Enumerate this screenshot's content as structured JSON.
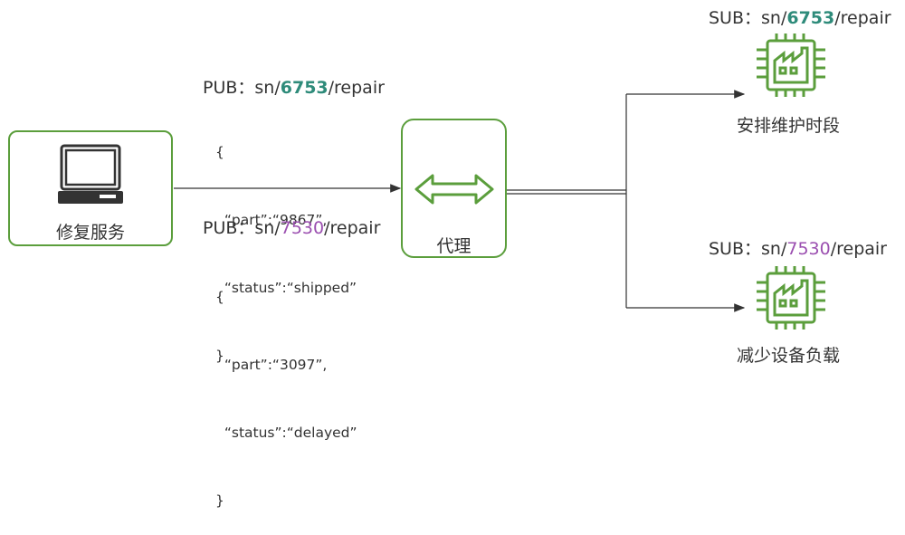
{
  "service": {
    "label": "修复服务",
    "icon": "laptop-icon"
  },
  "broker": {
    "label": "代理",
    "icon": "double-arrow-icon"
  },
  "pub1": {
    "prefix": "PUB：sn/",
    "id": "6753",
    "suffix": "/repair",
    "lines": [
      "{",
      "  “part”:“9867”,",
      "  “status”:“shipped”",
      "}"
    ]
  },
  "pub2": {
    "prefix": "PUB：sn/",
    "id": "7530",
    "suffix": "/repair",
    "lines": [
      "{",
      "  “part”:“3097”,",
      "  “status”:“delayed”",
      "}"
    ]
  },
  "sub1": {
    "prefix": "SUB：sn/",
    "id": "6753",
    "suffix": "/repair",
    "label": "安排维护时段",
    "icon": "factory-chip-icon"
  },
  "sub2": {
    "prefix": "SUB：sn/",
    "id": "7530",
    "suffix": "/repair",
    "label": "减少设备负载",
    "icon": "factory-chip-icon"
  },
  "colors": {
    "green": "#5b9e3c",
    "teal": "#2e8b7a",
    "purple": "#9b4fb0",
    "line": "#333333"
  }
}
